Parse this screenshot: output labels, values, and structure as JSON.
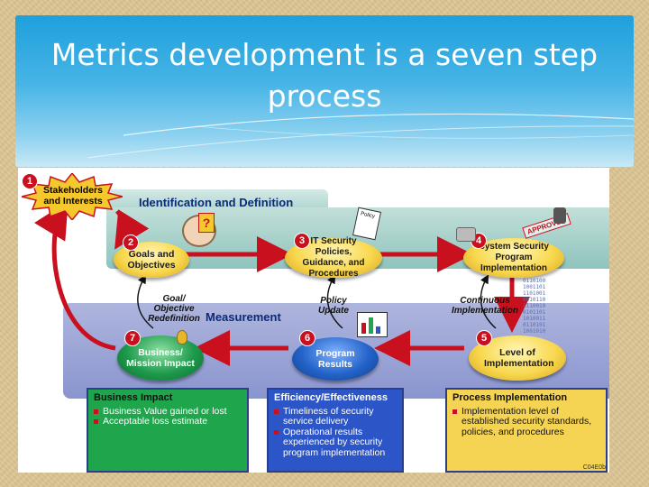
{
  "slide": {
    "title": "Metrics development is a seven step process"
  },
  "diagram": {
    "band_identification": "Identification and Definition",
    "band_measurement": "Measurement",
    "steps": [
      {
        "number": "1",
        "label": "Stakeholders and Interests"
      },
      {
        "number": "2",
        "label": "Goals and Objectives"
      },
      {
        "number": "3",
        "label": "IT Security Policies, Guidance, and Procedures"
      },
      {
        "number": "4",
        "label": "System Security Program Implementation"
      },
      {
        "number": "5",
        "label": "Level of Implementation"
      },
      {
        "number": "6",
        "label": "Program Results"
      },
      {
        "number": "7",
        "label": "Business/ Mission Impact"
      }
    ],
    "arrow_labels": {
      "goal_redefinition": "Goal/ Objective Redefinition",
      "policy_update": "Policy Update",
      "continuous": "Continuous Implementation"
    },
    "stamp_text": "APPROVED",
    "doc_icon_text": "Policy",
    "boxes": [
      {
        "title": "Business Impact",
        "items": [
          "Business Value gained or lost",
          "Acceptable loss estimate"
        ]
      },
      {
        "title": "Efficiency/Effectiveness",
        "items": [
          "Timeliness of security service delivery",
          "Operational results experienced by security program implementation"
        ]
      },
      {
        "title": "Process Implementation",
        "items": [
          "Implementation level of established security standards, policies, and procedures"
        ]
      }
    ],
    "figure_id": "C04E0b",
    "colors": {
      "arrow_red": "#c8101e",
      "box_green": "#1fa54b",
      "box_blue": "#2c55c7",
      "box_yellow": "#f6d453"
    }
  }
}
